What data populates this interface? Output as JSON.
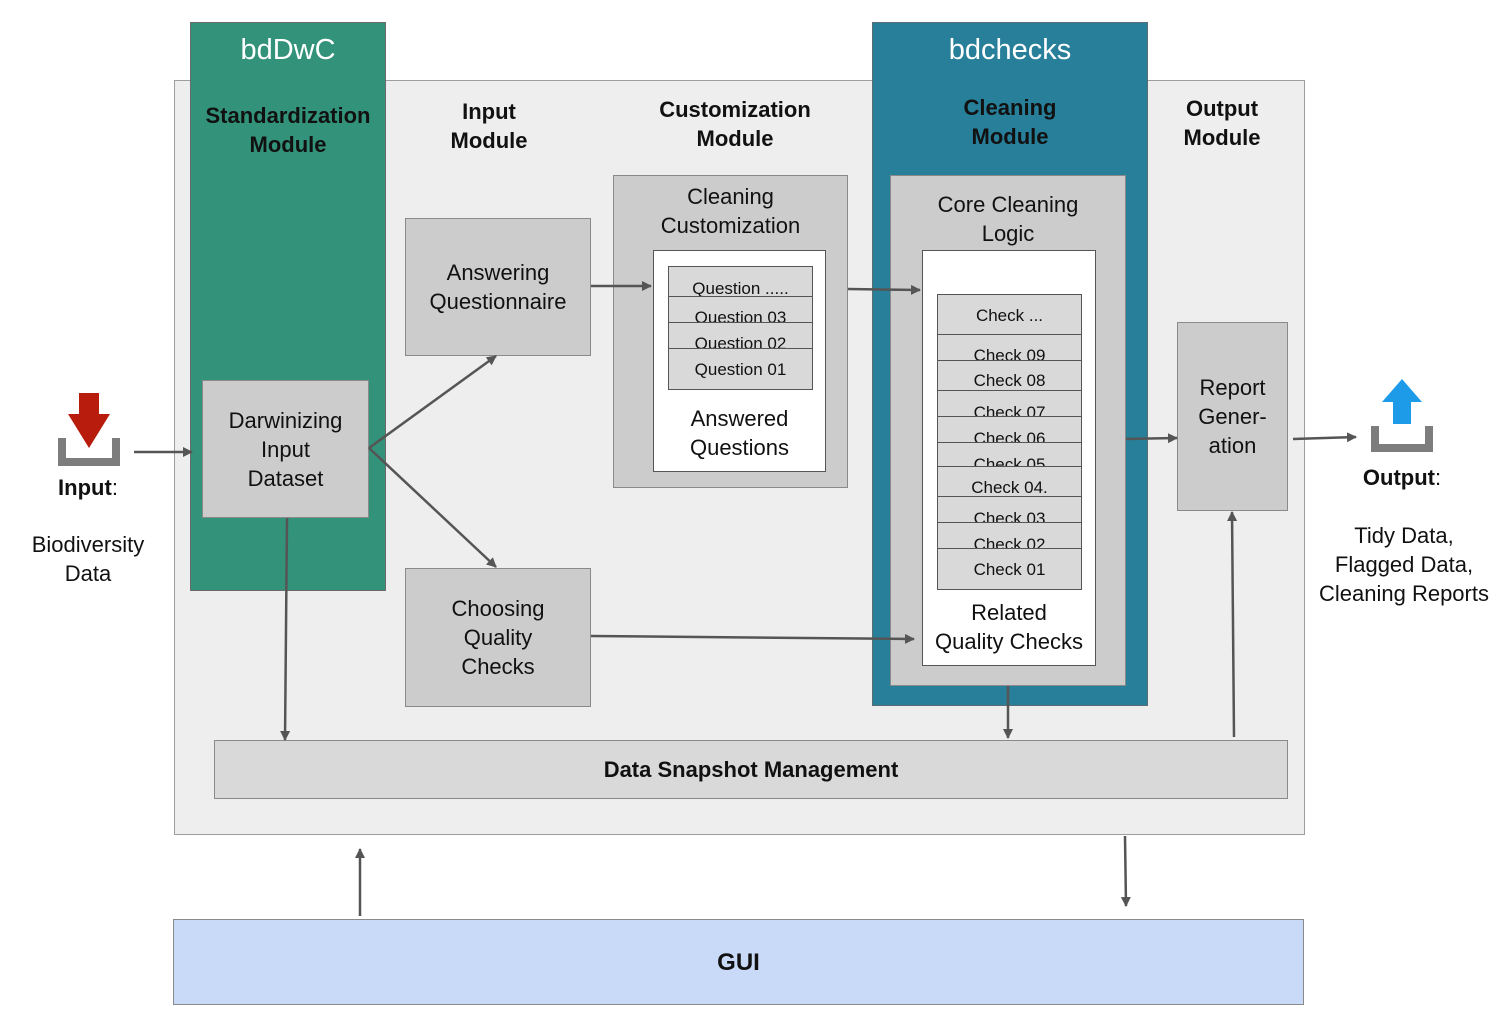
{
  "bddwc": {
    "title": "bdDwC",
    "module_line1": "Standardization",
    "module_line2": "Module",
    "darwinizing_line1": "Darwinizing",
    "darwinizing_line2": "Input",
    "darwinizing_line3": "Dataset"
  },
  "input_module": {
    "line1": "Input",
    "line2": "Module",
    "answering_line1": "Answering",
    "answering_line2": "Questionnaire",
    "choosing_line1": "Choosing",
    "choosing_line2": "Quality",
    "choosing_line3": "Checks"
  },
  "customization_module": {
    "line1": "Customization",
    "line2": "Module",
    "box_line1": "Cleaning",
    "box_line2": "Customization",
    "questions": [
      "Question .....",
      "Question 03",
      "Question 02",
      "Question 01"
    ],
    "answered_line1": "Answered",
    "answered_line2": "Questions"
  },
  "bdchecks": {
    "title": "bdchecks",
    "module_line1": "Cleaning",
    "module_line2": "Module",
    "core_line1": "Core Cleaning",
    "core_line2": "Logic",
    "checks": [
      "Check ...",
      "Check 09",
      "Check 08",
      "Check 07",
      "Check 06",
      "Check 05",
      "Check 04.",
      "Check 03",
      "Check 02",
      "Check 01"
    ],
    "related_line1": "Related",
    "related_line2": "Quality Checks"
  },
  "output_module": {
    "line1": "Output",
    "line2": "Module",
    "report_line1": "Report",
    "report_line2": "Gener-",
    "report_line3": "ation"
  },
  "input": {
    "label": "Input",
    "colon": ":",
    "desc_line1": "Biodiversity",
    "desc_line2": "Data",
    "icon_color": "#b71c0c"
  },
  "output": {
    "label": "Output",
    "colon": ":",
    "desc_line1": "Tidy Data,",
    "desc_line2": "Flagged Data,",
    "desc_line3": "Cleaning Reports",
    "icon_color": "#1e9be8"
  },
  "snapshot": {
    "label": "Data Snapshot Management"
  },
  "gui": {
    "label": "GUI"
  },
  "colors": {
    "bddwc_green": "#33937a",
    "bdchecks_blue": "#277f99",
    "gui_blue": "#c9daf8",
    "arrow": "#555555"
  }
}
